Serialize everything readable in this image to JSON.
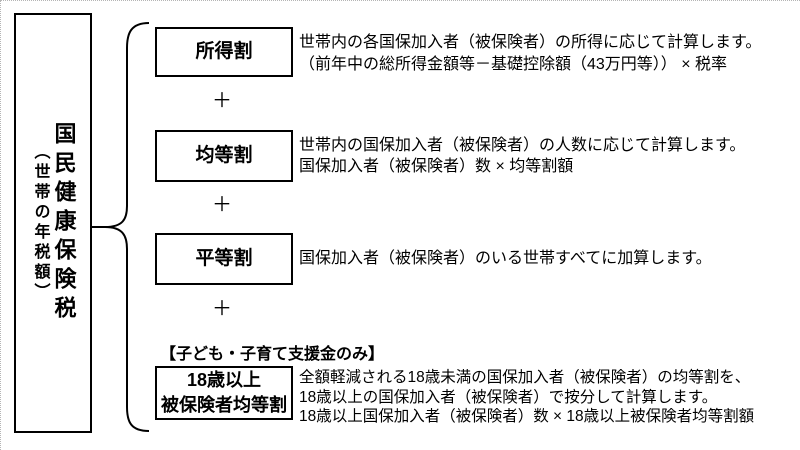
{
  "left_box": {
    "title": "国民健康保険税",
    "subtitle": "（世帯の年税額）"
  },
  "plus_sign": "＋",
  "sections": [
    {
      "label": "所得割",
      "desc_lines": [
        "世帯内の各国保加入者（被保険者）の所得に応じて計算します。",
        "（前年中の総所得金額等－基礎控除額（43万円等）） × 税率"
      ]
    },
    {
      "label": "均等割",
      "desc_lines": [
        "世帯内の国保加入者（被保険者）の人数に応じて計算します。",
        "国保加入者（被保険者）数 × 均等割額"
      ]
    },
    {
      "label": "平等割",
      "desc_lines": [
        "国保加入者（被保険者）のいる世帯すべてに加算します。"
      ]
    },
    {
      "heading": "【子ども・子育て支援金のみ】",
      "label_lines": [
        "18歳以上",
        "被保険者均等割"
      ],
      "desc_lines": [
        "全額軽減される18歳未満の国保加入者（被保険者）の均等割を、",
        "18歳以上の国保加入者（被保険者）で按分して計算します。",
        "18歳以上国保加入者（被保険者）数 × 18歳以上被保険者均等割額"
      ]
    }
  ],
  "colors": {
    "text": "#000000",
    "box_border": "#000000",
    "background": "#ffffff",
    "edge_line": "#b5b5b5"
  }
}
